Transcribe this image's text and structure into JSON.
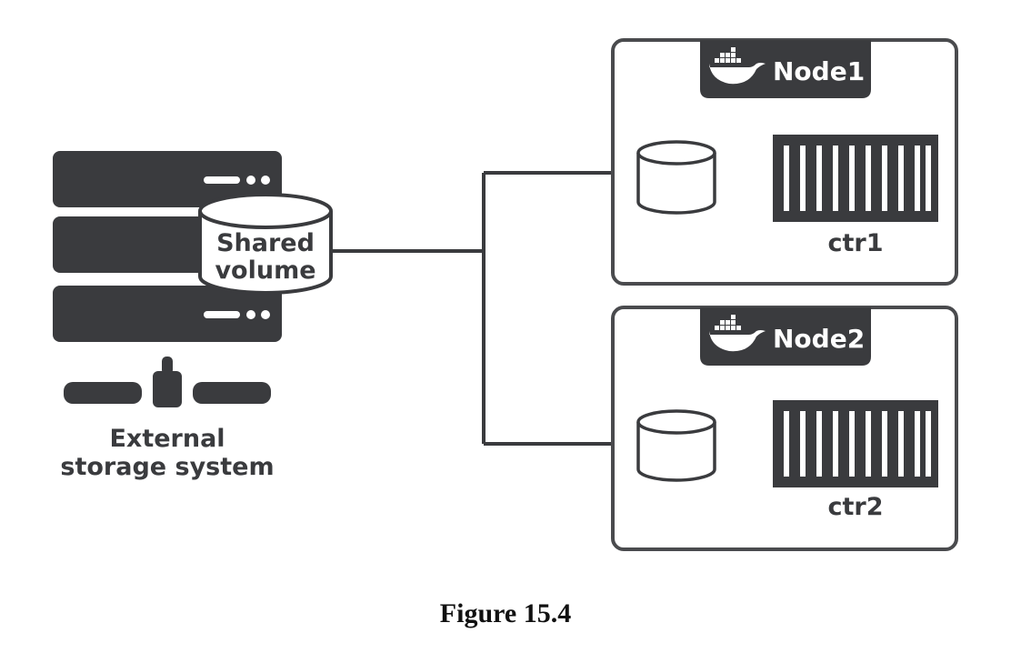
{
  "storage": {
    "volume_line1": "Shared",
    "volume_line2": "volume",
    "label_line1": "External",
    "label_line2": "storage system"
  },
  "nodes": [
    {
      "name": "Node1",
      "container": "ctr1"
    },
    {
      "name": "Node2",
      "container": "ctr2"
    }
  ],
  "caption": "Figure 15.4",
  "colors": {
    "dark": "#3a3b3e",
    "frame": "#4a4b4e",
    "background": "#ffffff"
  }
}
